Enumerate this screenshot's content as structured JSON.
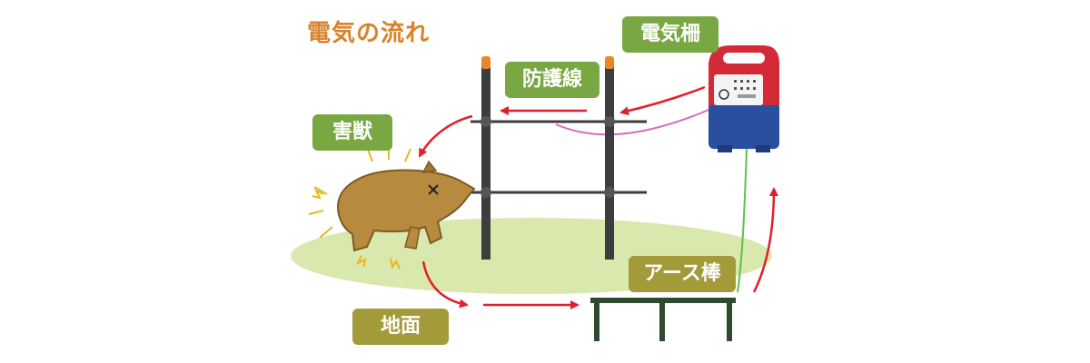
{
  "title": "電気の流れ",
  "labels": {
    "fence_energizer": "電気柵",
    "protective_wire": "防護線",
    "pest_animal": "害獣",
    "ground_rod": "アース棒",
    "ground": "地面"
  },
  "colors": {
    "title": "#d9822b",
    "label_green": "#79a742",
    "label_olive": "#a39a3a",
    "flow_arrow": "#e0202b",
    "grass": "#d9e8ad",
    "post": "#3d3d3d",
    "post_cap": "#e8862a",
    "energizer_red": "#d22a37",
    "energizer_blue": "#2a4f9e",
    "animal": "#b78b3f",
    "earth_rod": "#2f4a2f"
  },
  "icons": {
    "fence_energizer": "electric-fence-energizer-icon",
    "pest_animal": "wild-boar-icon",
    "ground_rod": "earth-rod-icon"
  }
}
